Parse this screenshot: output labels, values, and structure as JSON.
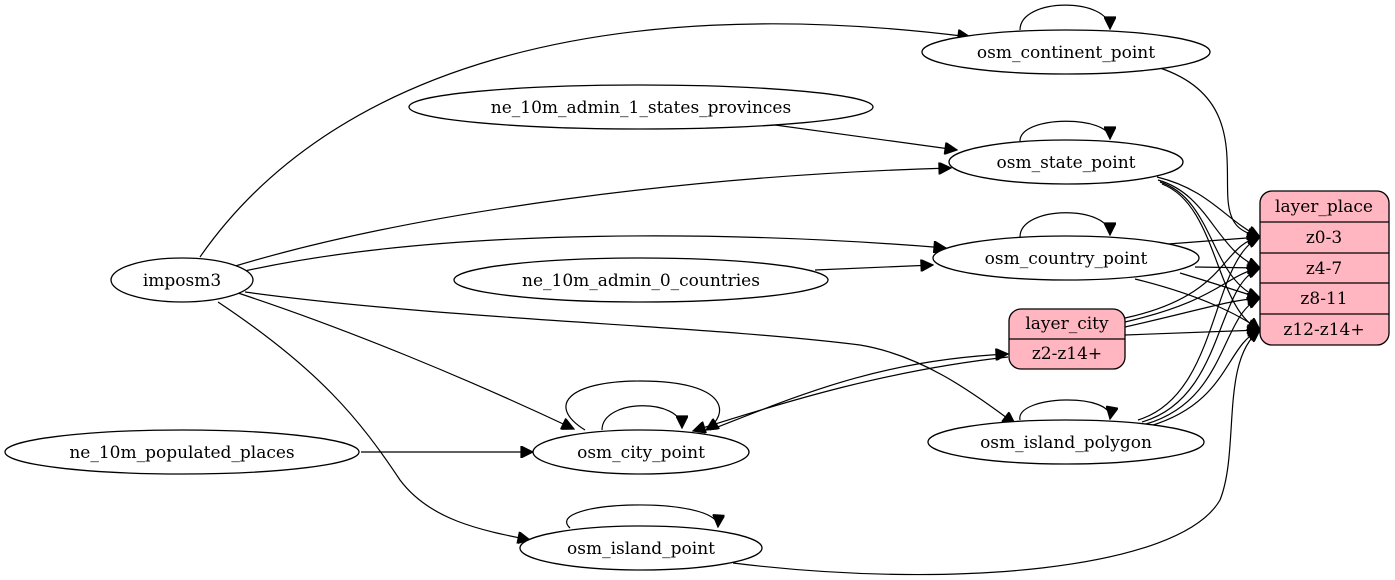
{
  "colors": {
    "record_fill": "#ffb6c1",
    "ellipse_fill": "#ffffff",
    "line": "#000000"
  },
  "nodes": {
    "imposm3": "imposm3",
    "ne_10m_admin_1_states_provinces": "ne_10m_admin_1_states_provinces",
    "ne_10m_admin_0_countries": "ne_10m_admin_0_countries",
    "ne_10m_populated_places": "ne_10m_populated_places",
    "osm_continent_point": "osm_continent_point",
    "osm_state_point": "osm_state_point",
    "osm_country_point": "osm_country_point",
    "osm_city_point": "osm_city_point",
    "osm_island_point": "osm_island_point",
    "osm_island_polygon": "osm_island_polygon"
  },
  "records": {
    "layer_city": {
      "title": "layer_city",
      "ports": [
        "z2-z14+"
      ]
    },
    "layer_place": {
      "title": "layer_place",
      "ports": [
        "z0-3",
        "z4-7",
        "z8-11",
        "z12-z14+"
      ]
    }
  },
  "edges": [
    {
      "from": "imposm3",
      "to": "osm_continent_point"
    },
    {
      "from": "imposm3",
      "to": "osm_state_point"
    },
    {
      "from": "imposm3",
      "to": "osm_country_point"
    },
    {
      "from": "imposm3",
      "to": "osm_city_point"
    },
    {
      "from": "imposm3",
      "to": "osm_island_polygon"
    },
    {
      "from": "imposm3",
      "to": "osm_island_point"
    },
    {
      "from": "ne_10m_admin_1_states_provinces",
      "to": "osm_state_point"
    },
    {
      "from": "ne_10m_admin_0_countries",
      "to": "osm_country_point"
    },
    {
      "from": "ne_10m_populated_places",
      "to": "osm_city_point"
    },
    {
      "from": "osm_continent_point",
      "to": "osm_continent_point"
    },
    {
      "from": "osm_state_point",
      "to": "osm_state_point"
    },
    {
      "from": "osm_country_point",
      "to": "osm_country_point"
    },
    {
      "from": "osm_city_point",
      "to": "osm_city_point"
    },
    {
      "from": "osm_island_point",
      "to": "osm_island_point"
    },
    {
      "from": "osm_island_polygon",
      "to": "osm_island_polygon"
    },
    {
      "from": "osm_city_point",
      "to": "layer_city:z2-z14+"
    },
    {
      "from": "layer_city:z2-z14+",
      "to": "osm_city_point"
    },
    {
      "from": "osm_continent_point",
      "to": "layer_place:z0-3"
    },
    {
      "from": "osm_state_point",
      "to": "layer_place"
    },
    {
      "from": "osm_country_point",
      "to": "layer_place"
    },
    {
      "from": "osm_island_polygon",
      "to": "layer_place"
    },
    {
      "from": "layer_city",
      "to": "layer_place"
    },
    {
      "from": "osm_island_point",
      "to": "layer_place:z12-z14+"
    }
  ]
}
